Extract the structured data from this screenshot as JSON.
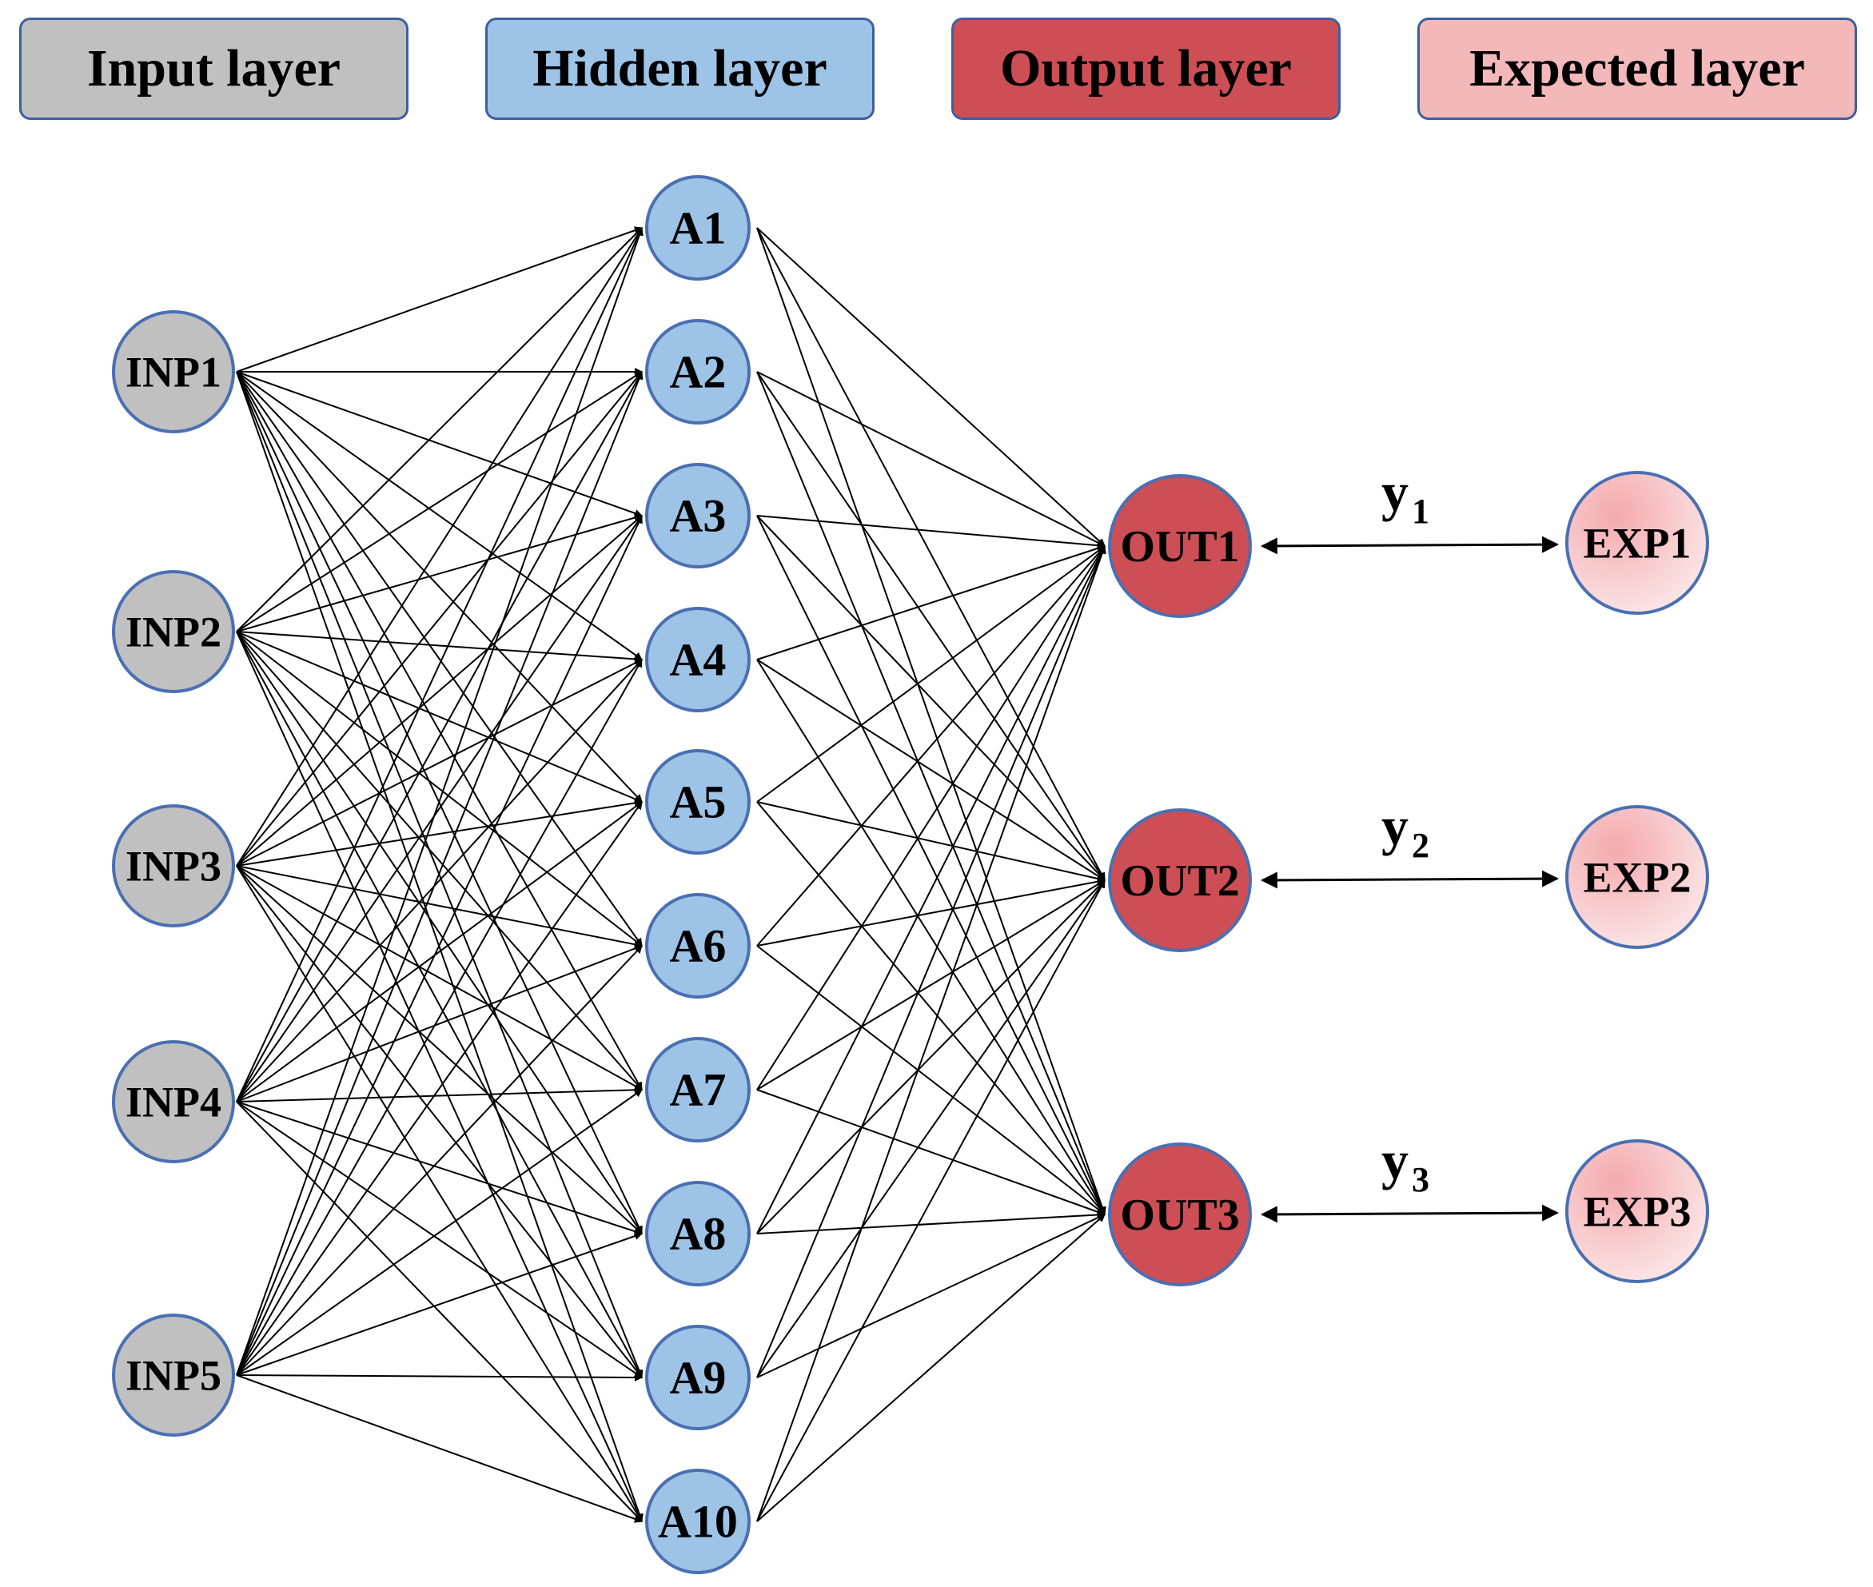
{
  "legend": [
    {
      "key": "input",
      "label": "Input layer",
      "color": "#c0c0c0"
    },
    {
      "key": "hidden",
      "label": "Hidden layer",
      "color": "#9dc3e6"
    },
    {
      "key": "output",
      "label": "Output layer",
      "color": "#cd4f55"
    },
    {
      "key": "expected",
      "label": "Expected layer",
      "color": "#f2b8ba"
    }
  ],
  "layers": {
    "input": [
      "INP1",
      "INP2",
      "INP3",
      "INP4",
      "INP5"
    ],
    "hidden": [
      "A1",
      "A2",
      "A3",
      "A4",
      "A5",
      "A6",
      "A7",
      "A8",
      "A9",
      "A10"
    ],
    "output": [
      "OUT1",
      "OUT2",
      "OUT3"
    ],
    "expected": [
      "EXP1",
      "EXP2",
      "EXP3"
    ]
  },
  "errors": [
    {
      "base": "y",
      "sub": "1"
    },
    {
      "base": "y",
      "sub": "2"
    },
    {
      "base": "y",
      "sub": "3"
    }
  ],
  "colors": {
    "node_stroke": "#4a6fb3",
    "edge": "#000000",
    "input_fill": "#c0c0c0",
    "hidden_fill": "#9dc3e6",
    "output_fill": "#cd4f55",
    "expected_fill": "#f2b8ba",
    "legend_border": "#3d5fa0"
  }
}
